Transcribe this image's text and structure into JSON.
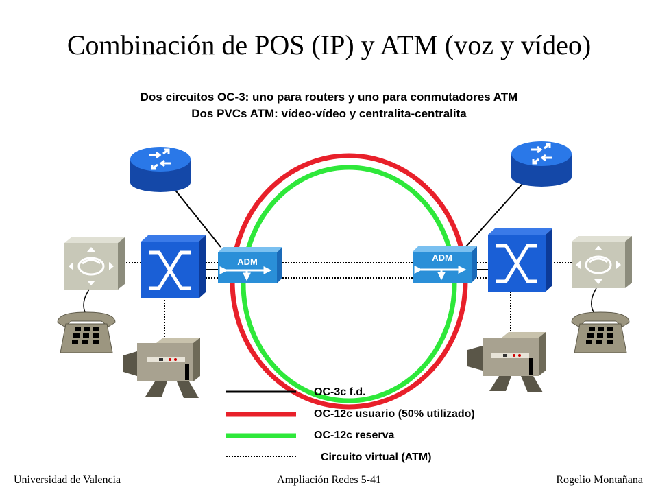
{
  "title": "Combinación de POS (IP) y ATM (voz y vídeo)",
  "subtitle": {
    "line1": "Dos circuitos OC-3: uno para routers y uno para conmutadores ATM",
    "line2": "Dos PVCs ATM: vídeo-vídeo y centralita-centralita"
  },
  "adm_label": "ADM",
  "legend": [
    {
      "label": "OC-3c f.d.",
      "color": "#000000",
      "style": "solid"
    },
    {
      "label": "OC-12c usuario (50% utilizado)",
      "color": "#e8202a",
      "style": "solid"
    },
    {
      "label": "OC-12c reserva",
      "color": "#2ee83a",
      "style": "solid"
    },
    {
      "label": "Circuito virtual (ATM)",
      "color": "#000000",
      "style": "dotted"
    }
  ],
  "footer": {
    "left": "Universidad de Valencia",
    "center": "Ampliación Redes 5-41",
    "right": "Rogelio Montañana"
  },
  "colors": {
    "device_blue": "#1a5fd6",
    "adm_blue": "#2a8fd8",
    "pbx_gray": "#c8c8b8",
    "phone_gray": "#9c9680",
    "ring_red": "#e8202a",
    "ring_green": "#2ee83a"
  }
}
